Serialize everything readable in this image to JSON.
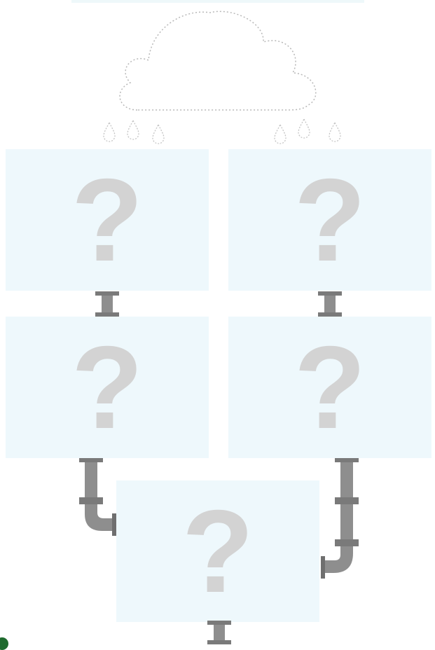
{
  "diagram": {
    "boxes": [
      {
        "id": "box-1",
        "label": "?"
      },
      {
        "id": "box-2",
        "label": "?"
      },
      {
        "id": "box-3",
        "label": "?"
      },
      {
        "id": "box-4",
        "label": "?"
      },
      {
        "id": "box-5",
        "label": "?"
      }
    ],
    "colors": {
      "box_fill": "#eef8fc",
      "question_mark": "#d3d3d3",
      "pipe": "#8a8a8a",
      "pipe_dark": "#6f6f6f",
      "dotted_outline": "#b8b8b8",
      "corner_dot": "#1e6a2e"
    },
    "icons": [
      "cloud-outline-icon",
      "raindrop-icon",
      "pipe-icon"
    ]
  }
}
